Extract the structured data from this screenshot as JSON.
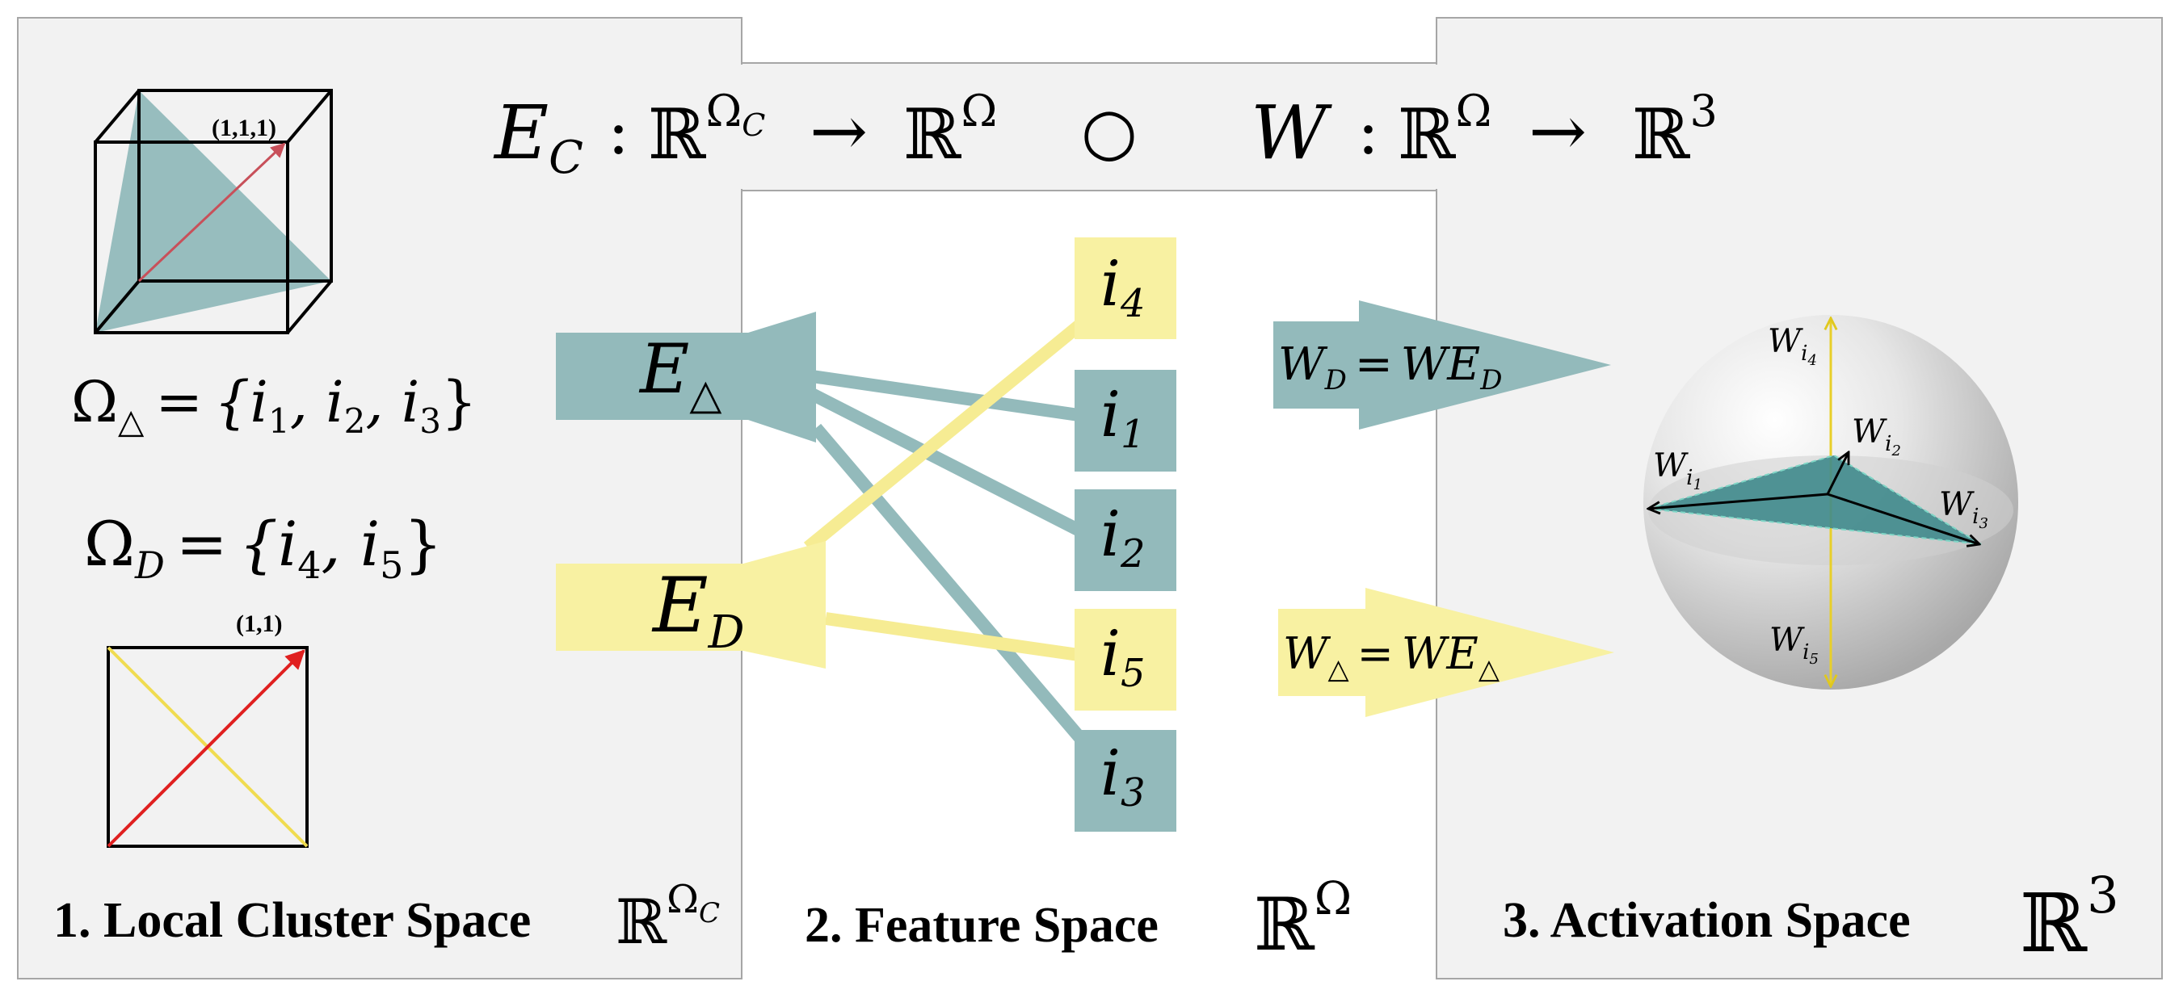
{
  "colors": {
    "panel_bg": "#f2f2f2",
    "panel_stroke": "#a6a6a6",
    "teal": "#93babb",
    "teal_dark": "#4e8d8e",
    "yellow": "#f8f1a2",
    "yellow_line": "#f2e26a",
    "red": "#e02020",
    "arrow_red": "#c8505a"
  },
  "top_formula": {
    "ec_base": "E",
    "ec_sub": "C",
    "colon1": ":",
    "dom1": "ℝ",
    "dom1_sup": "Ω",
    "dom1_sup_sub": "C",
    "arrow1": "→",
    "cod1": "ℝ",
    "cod1_sup": "Ω",
    "compose": "○",
    "w": "W",
    "colon2": ":",
    "dom2": "ℝ",
    "dom2_sup": "Ω",
    "arrow2": "→",
    "cod2": "ℝ",
    "cod2_sup": "3"
  },
  "panel1": {
    "cube_vertex_label": "(1,1,1)",
    "omega_tri": {
      "lhs": "Ω",
      "lhs_sub": "△",
      "eq": "=",
      "set": "{i",
      "s1": "1",
      "sep1": ", i",
      "s2": "2",
      "sep2": ", i",
      "s3": "3",
      "close": "}"
    },
    "omega_d": {
      "lhs": "Ω",
      "lhs_sub": "D",
      "eq": "=",
      "set": "{i",
      "s1": "4",
      "sep1": ", i",
      "s2": "5",
      "close": "}"
    },
    "square_vertex_label": "(1,1)",
    "title": "1. Local Cluster Space",
    "space_sym": "ℝ",
    "space_sup": "Ω",
    "space_sup_sub": "C"
  },
  "panel2": {
    "e_tri_base": "E",
    "e_tri_sub": "△",
    "e_d_base": "E",
    "e_d_sub": "D",
    "features": [
      {
        "base": "i",
        "sub": "4",
        "color": "yellow"
      },
      {
        "base": "i",
        "sub": "1",
        "color": "teal"
      },
      {
        "base": "i",
        "sub": "2",
        "color": "teal"
      },
      {
        "base": "i",
        "sub": "5",
        "color": "yellow"
      },
      {
        "base": "i",
        "sub": "3",
        "color": "teal"
      }
    ],
    "title": "2. Feature Space",
    "space_sym": "ℝ",
    "space_sup": "Ω"
  },
  "panel3": {
    "wd_label": {
      "lhs": "W",
      "lhs_sub": "D",
      "eq": "=",
      "rhs": "WE",
      "rhs_sub": "D"
    },
    "wtri_label": {
      "lhs": "W",
      "lhs_sub": "△",
      "eq": "=",
      "rhs": "WE",
      "rhs_sub": "△"
    },
    "sphere_labels": [
      {
        "base": "W",
        "sub": "i",
        "subsub": "4"
      },
      {
        "base": "W",
        "sub": "i",
        "subsub": "2"
      },
      {
        "base": "W",
        "sub": "i",
        "subsub": "1"
      },
      {
        "base": "W",
        "sub": "i",
        "subsub": "3"
      },
      {
        "base": "W",
        "sub": "i",
        "subsub": "5"
      }
    ],
    "title": "3. Activation Space",
    "space_sym": "ℝ",
    "space_sup": "3"
  }
}
